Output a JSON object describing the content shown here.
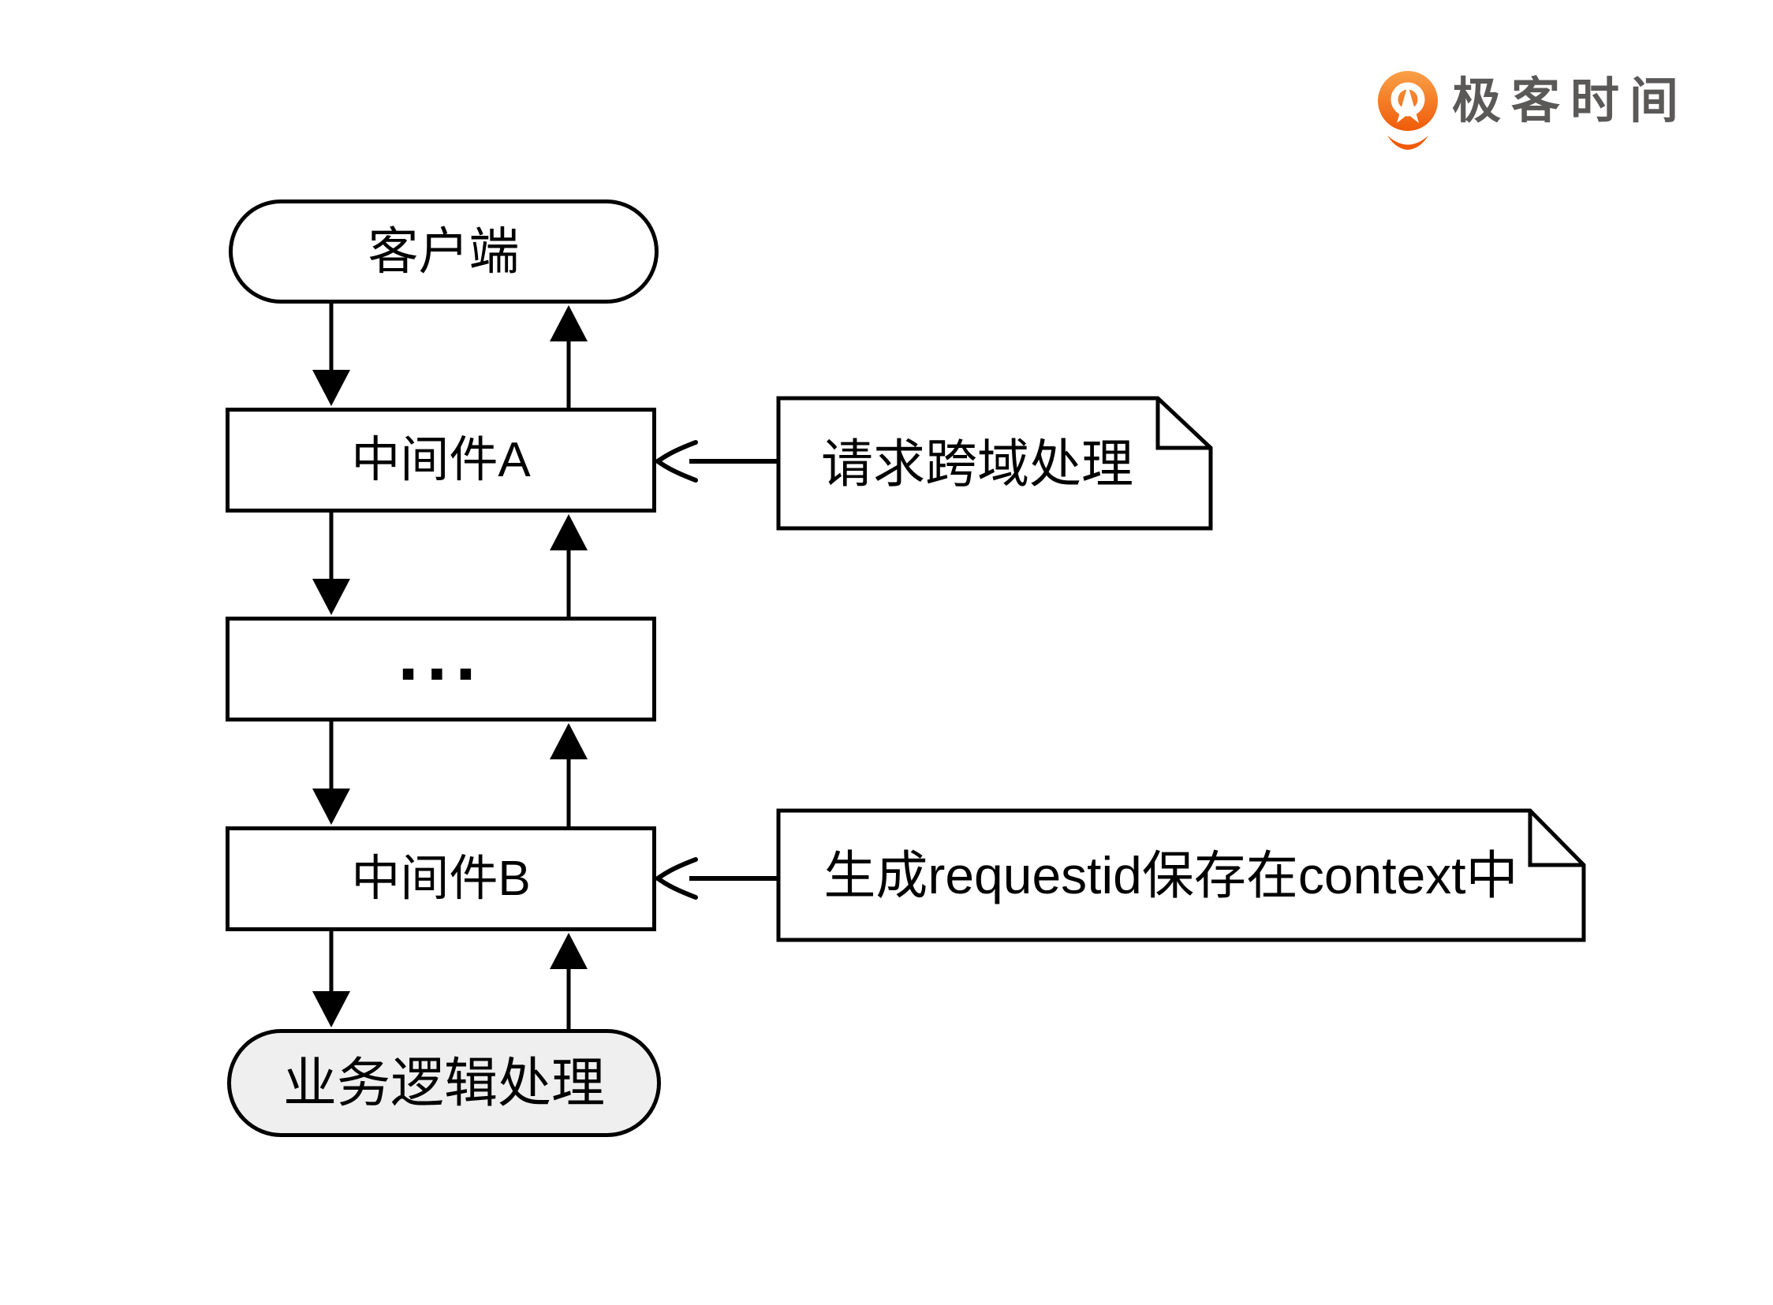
{
  "brand": {
    "name": "极客时间",
    "accent_color": "#EF5B09",
    "accent_gradient_top": "#F9A048",
    "text_color": "#5B5858"
  },
  "diagram": {
    "type": "flowchart",
    "nodes": [
      {
        "id": "client",
        "label": "客户端",
        "shape": "stadium",
        "fill": "#FFFFFF"
      },
      {
        "id": "middleware-a",
        "label": "中间件A",
        "shape": "rect",
        "fill": "#FFFFFF"
      },
      {
        "id": "middleware-gap",
        "label": "...",
        "shape": "rect",
        "fill": "#FFFFFF"
      },
      {
        "id": "middleware-b",
        "label": "中间件B",
        "shape": "rect",
        "fill": "#FFFFFF"
      },
      {
        "id": "business-logic",
        "label": "业务逻辑处理",
        "shape": "stadium",
        "fill": "#EFEFEF"
      }
    ],
    "edges": [
      {
        "from": "client",
        "to": "middleware-a",
        "direction": "both"
      },
      {
        "from": "middleware-a",
        "to": "middleware-gap",
        "direction": "both"
      },
      {
        "from": "middleware-gap",
        "to": "middleware-b",
        "direction": "both"
      },
      {
        "from": "middleware-b",
        "to": "business-logic",
        "direction": "both"
      }
    ],
    "notes": [
      {
        "id": "note-cors",
        "label": "请求跨域处理",
        "target": "middleware-a"
      },
      {
        "id": "note-requestid",
        "label": "生成requestid保存在context中",
        "target": "middleware-b"
      }
    ],
    "colors": {
      "stroke": "#000000",
      "node_fill": "#FFFFFF",
      "terminal_fill": "#EFEFEF"
    }
  }
}
